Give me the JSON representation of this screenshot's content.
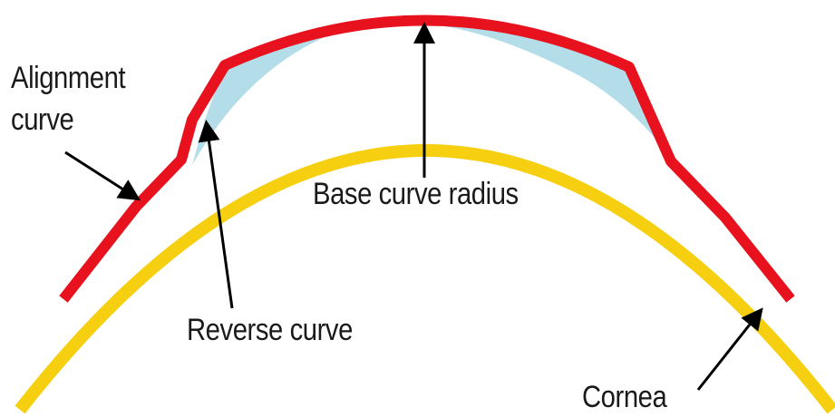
{
  "labels": {
    "alignment_curve_line1": "Alignment",
    "alignment_curve_line2": "curve",
    "base_curve_radius": "Base curve radius",
    "reverse_curve": "Reverse curve",
    "cornea": "Cornea"
  },
  "colors": {
    "cornea": "#f5cf10",
    "lens": "#e8121e",
    "tear_layer": "#b3dde8",
    "arrow": "#000000",
    "text": "#1a1a1a"
  }
}
